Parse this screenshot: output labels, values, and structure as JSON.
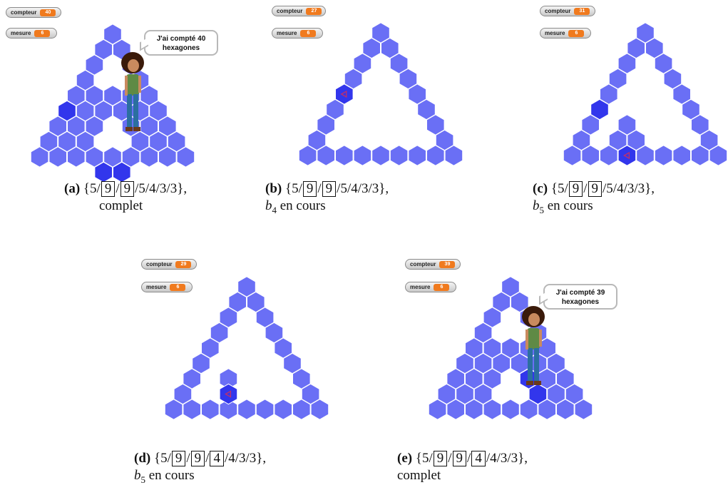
{
  "panels": [
    {
      "id": "a",
      "compteur_label": "compteur",
      "compteur_value": "40",
      "mesure_label": "mesure",
      "mesure_value": "6",
      "caption_tag": "(a)",
      "caption_seq": [
        "{5/",
        "9",
        "/",
        "9",
        "/5/4/3/3},"
      ],
      "caption_line2": "complet",
      "caption_sub": "",
      "bubble": "J'ai compté 40 hexagones",
      "has_sprite": true
    },
    {
      "id": "b",
      "compteur_label": "compteur",
      "compteur_value": "27",
      "mesure_label": "mesure",
      "mesure_value": "6",
      "caption_tag": "(b)",
      "caption_seq": [
        "{5/",
        "9",
        "/",
        "9",
        "/5/4/3/3},"
      ],
      "caption_line2": " en cours",
      "caption_sub": "b4",
      "bubble": "",
      "has_sprite": false
    },
    {
      "id": "c",
      "compteur_label": "compteur",
      "compteur_value": "31",
      "mesure_label": "mesure",
      "mesure_value": "6",
      "caption_tag": "(c)",
      "caption_seq": [
        "{5/",
        "9",
        "/",
        "9",
        "/5/4/3/3},"
      ],
      "caption_line2": " en cours",
      "caption_sub": "b5",
      "bubble": "",
      "has_sprite": false
    },
    {
      "id": "d",
      "compteur_label": "compteur",
      "compteur_value": "29",
      "mesure_label": "mesure",
      "mesure_value": "6",
      "caption_tag": "(d)",
      "caption_seq": [
        "{5/",
        "9",
        "/",
        "9",
        "/",
        "4",
        "/4/3/3},"
      ],
      "caption_line2": " en cours",
      "caption_sub": "b5",
      "bubble": "",
      "has_sprite": false
    },
    {
      "id": "e",
      "compteur_label": "compteur",
      "compteur_value": "39",
      "mesure_label": "mesure",
      "mesure_value": "6",
      "caption_tag": "(e)",
      "caption_seq": [
        "{5/",
        "9",
        "/",
        "9",
        "/",
        "4",
        "/4/3/3},"
      ],
      "caption_line2": "complet",
      "caption_sub": "",
      "bubble": "J'ai compté 39 hexagones",
      "has_sprite": true
    }
  ],
  "colors": {
    "hex": "#6a6ff5",
    "hex_dark": "#3236ec",
    "watcher_value": "#f07a1e",
    "sprite_hair": "#3a1a0a",
    "sprite_shirt": "#5f8a45",
    "sprite_jeans": "#2b6fa0"
  }
}
